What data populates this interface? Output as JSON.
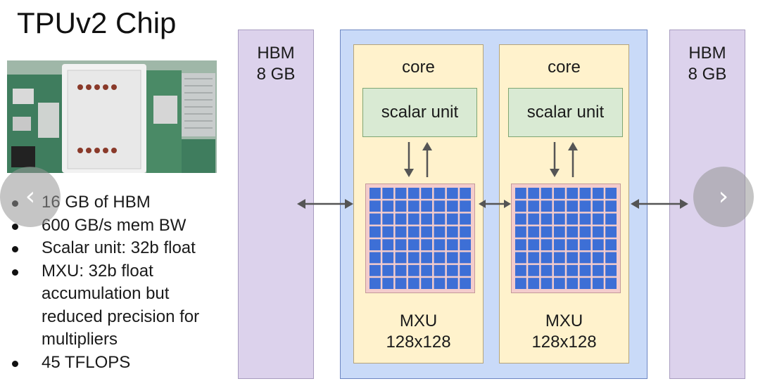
{
  "slide": {
    "title": "TPUv2 Chip",
    "bullets": [
      "16 GB of HBM",
      "600 GB/s mem BW",
      "Scalar unit: 32b float",
      "MXU: 32b float accumulation but reduced precision for multipliers",
      "45 TFLOPS"
    ]
  },
  "diagram": {
    "hbm_left": "HBM\n8 GB",
    "hbm_right": "HBM\n8 GB",
    "cores": [
      {
        "label": "core",
        "scalar": "scalar unit",
        "mxu": "MXU\n128x128"
      },
      {
        "label": "core",
        "scalar": "scalar unit",
        "mxu": "MXU\n128x128"
      }
    ]
  },
  "nav": {
    "prev_icon": "chevron-left-icon",
    "next_icon": "chevron-right-icon"
  },
  "colors": {
    "hbm": "#dcd2ec",
    "chip": "#c9daf8",
    "core": "#fff2cc",
    "scalar_unit": "#d9ead3",
    "mxu_bg": "#f4cccc",
    "mxu_cell": "#3d6fd6",
    "arrow": "#555555"
  }
}
